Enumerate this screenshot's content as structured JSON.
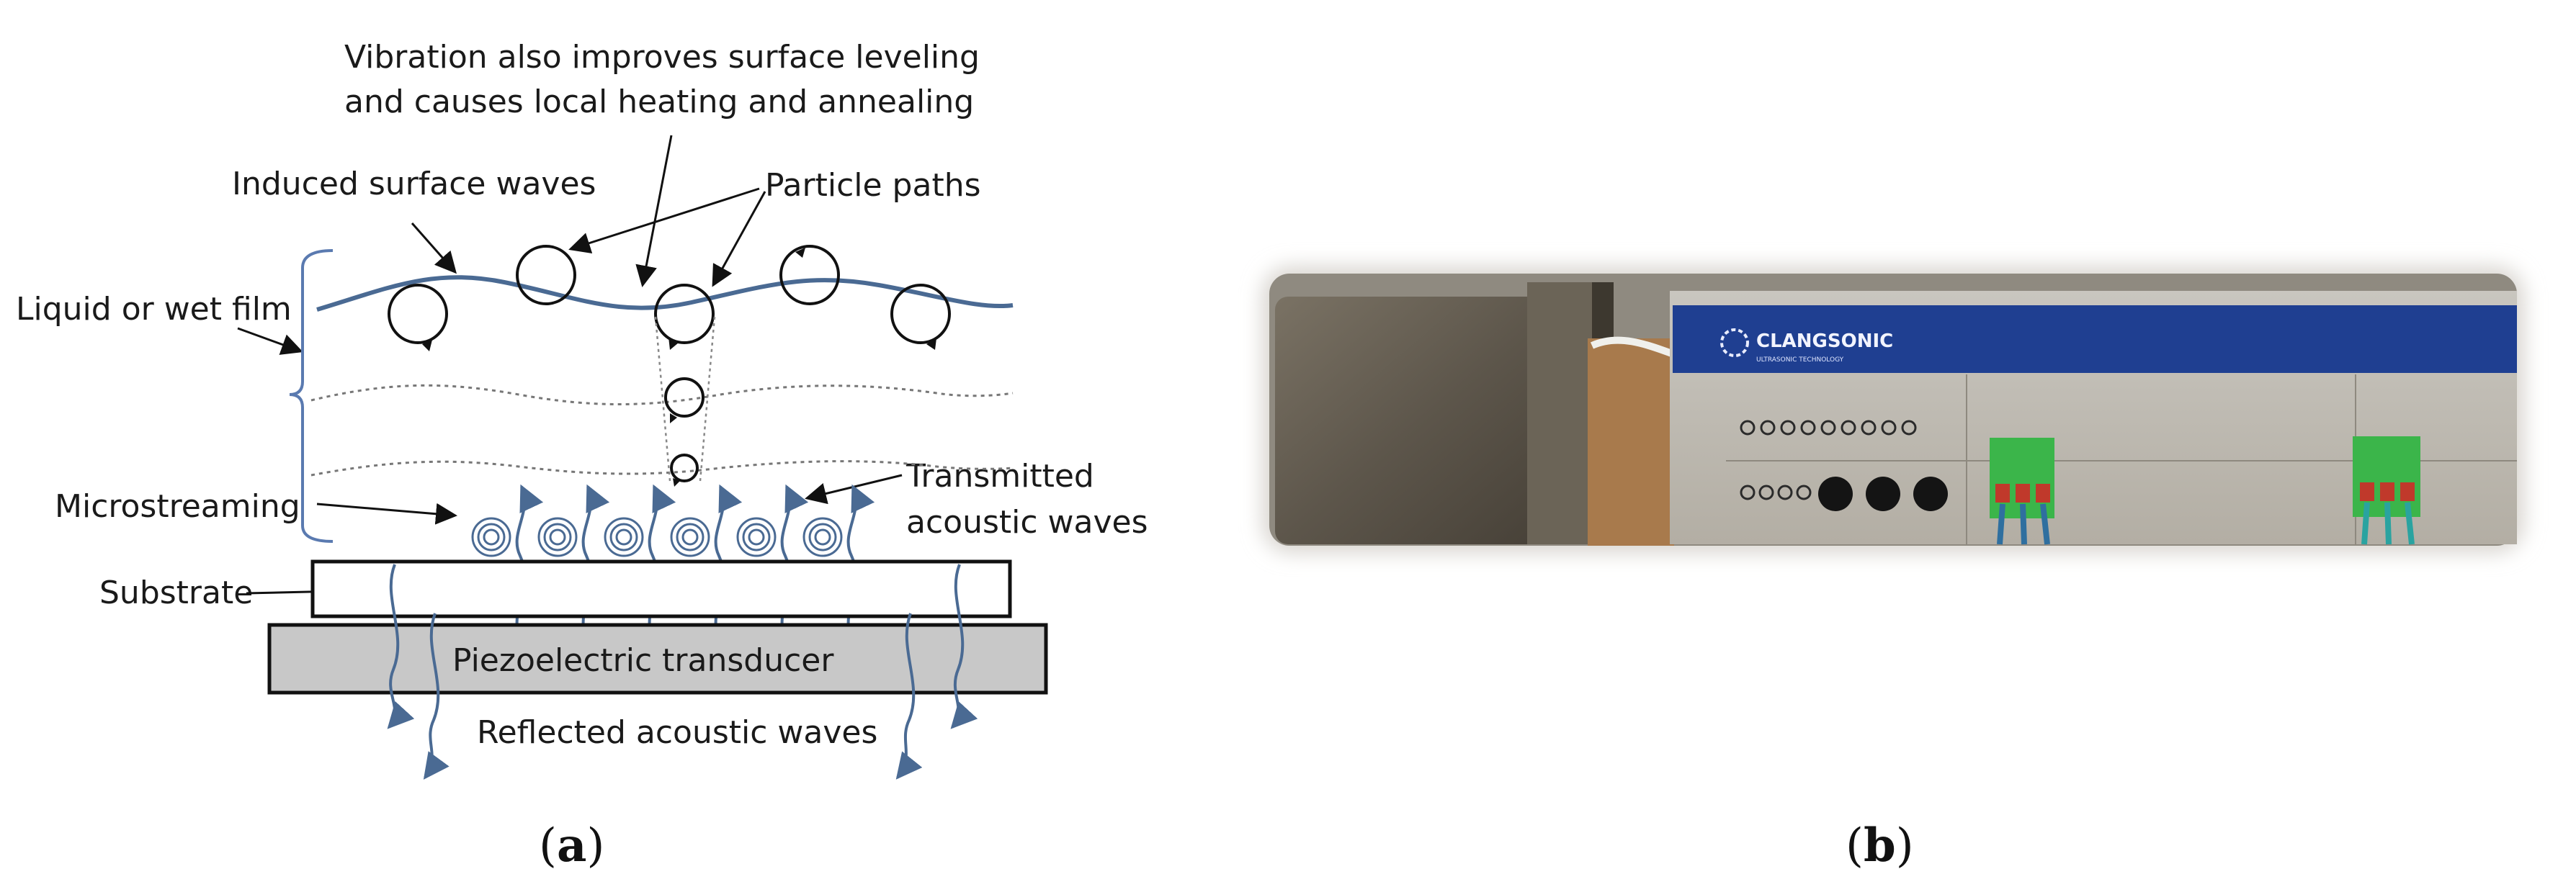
{
  "panel_a": {
    "labels": {
      "vibration_line1": "Vibration also improves surface leveling",
      "vibration_line2": "and causes local heating and annealing",
      "induced_waves": "Induced surface waves",
      "particle_paths": "Particle paths",
      "liquid_film": "Liquid or wet film",
      "microstreaming": "Microstreaming",
      "transmitted_line1": "Transmitted",
      "transmitted_line2": "acoustic waves",
      "substrate": "Substrate",
      "piezo": "Piezoelectric transducer",
      "reflected": "Reflected acoustic waves"
    },
    "caption": {
      "open": "(",
      "letter": "a",
      "close": ")"
    }
  },
  "panel_b": {
    "brand": "CLANGSONIC",
    "brand_sub": "ULTRASONIC TECHNOLOGY",
    "caption": {
      "open": "(",
      "letter": "b",
      "close": ")"
    }
  },
  "colors": {
    "wave_blue": "#4a6a93",
    "substrate_fill": "#ffffff",
    "transducer_fill": "#c8c8c8",
    "bracket_blue": "#5a7ab0",
    "device_banner": "#1f3f91",
    "connector_green": "#3bb54a"
  }
}
